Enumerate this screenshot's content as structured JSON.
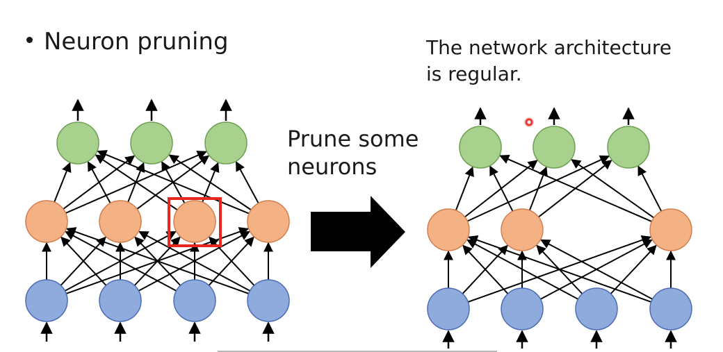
{
  "bullet_text": "Neuron pruning",
  "note_lines": [
    "The network architecture",
    "is regular."
  ],
  "arrow_label_lines": [
    "Prune some",
    "neurons"
  ],
  "colors": {
    "input_fill": "#8FAADC",
    "input_stroke": "#4A6DB5",
    "hidden_fill": "#F4B183",
    "hidden_stroke": "#D08050",
    "output_fill": "#A9D18E",
    "output_stroke": "#6E9E55",
    "highlight": "#E8281E",
    "edge": "#000000",
    "big_arrow": "#000000"
  },
  "networks": [
    {
      "name": "original",
      "inputs": 4,
      "hidden": 4,
      "outputs": 3,
      "pruned_hidden_index": 2,
      "pruned_hidden_shown": true
    },
    {
      "name": "pruned",
      "inputs": 4,
      "hidden_kept": [
        0,
        1,
        3
      ],
      "outputs": 3
    }
  ]
}
